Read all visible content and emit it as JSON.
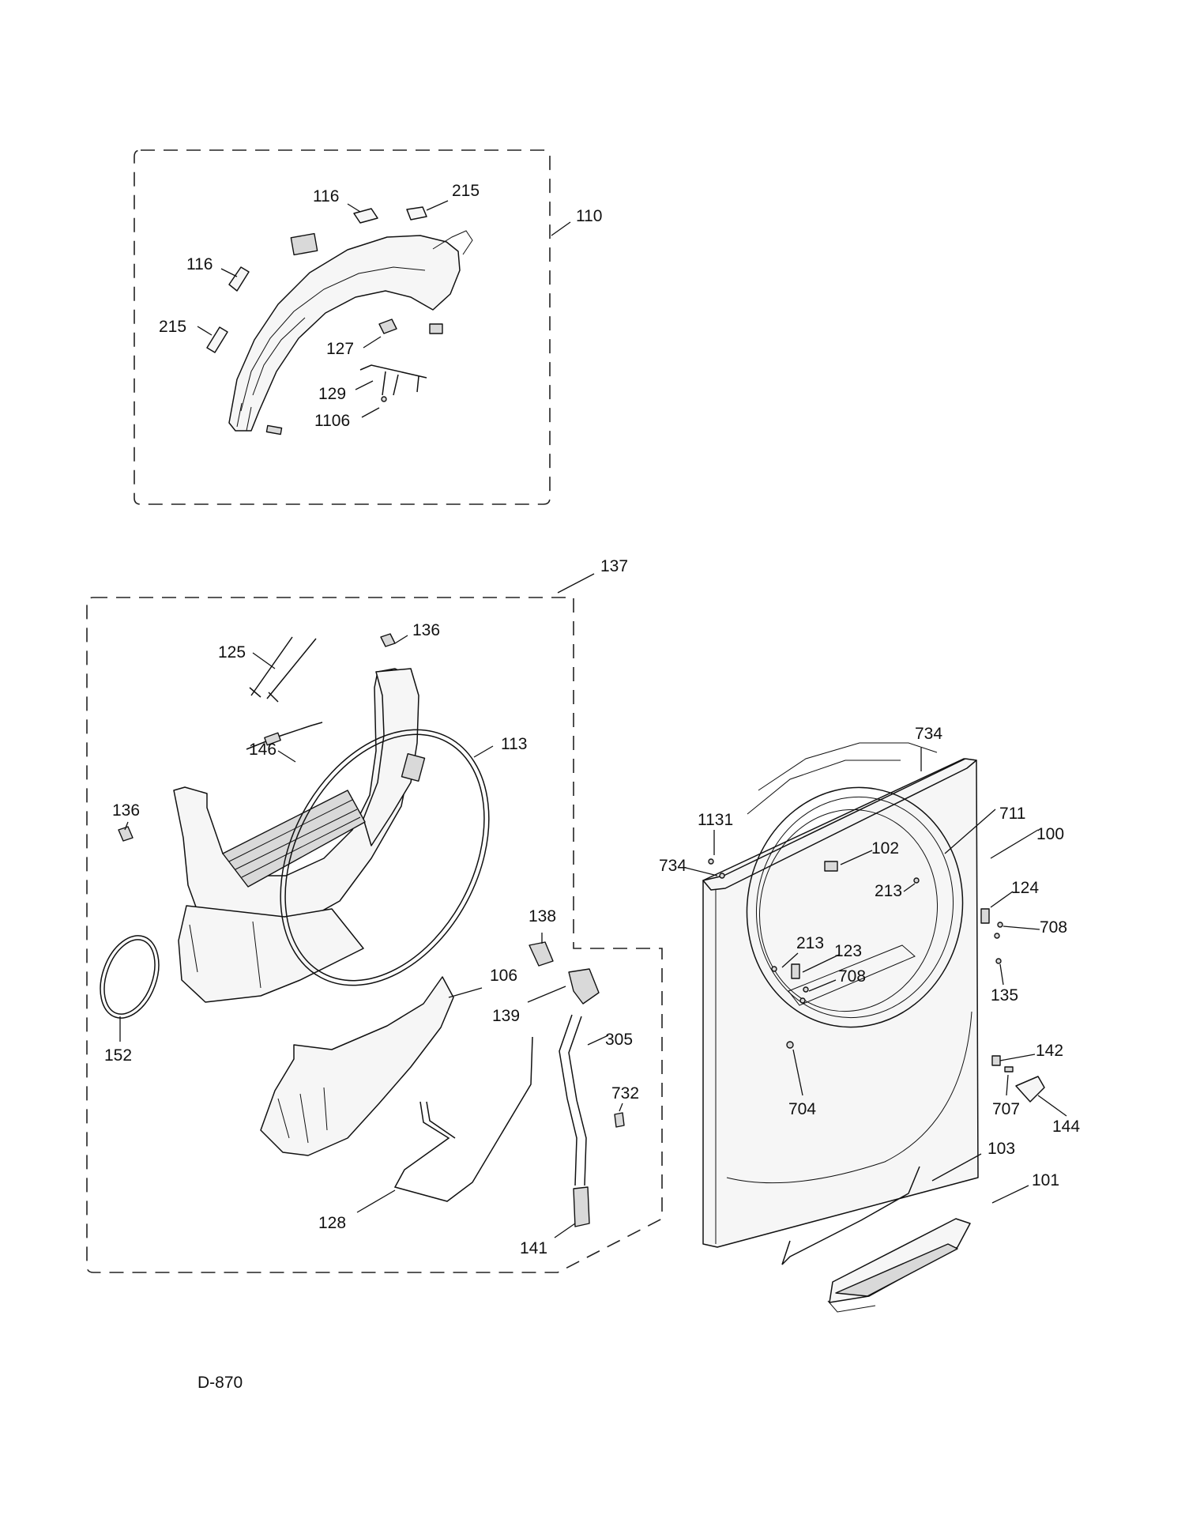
{
  "diagram_code": "D-870",
  "callouts": {
    "c110": "110",
    "c116a": "116",
    "c215a": "215",
    "c116b": "116",
    "c215b": "215",
    "c127": "127",
    "c129": "129",
    "c1106": "1106",
    "c137": "137",
    "c125": "125",
    "c136a": "136",
    "c146": "146",
    "c113": "113",
    "c136b": "136",
    "c152": "152",
    "c138": "138",
    "c106": "106",
    "c139": "139",
    "c305": "305",
    "c732": "732",
    "c128": "128",
    "c141": "141",
    "c734a": "734",
    "c1131": "1131",
    "c734b": "734",
    "c711": "711",
    "c100": "100",
    "c102": "102",
    "c213a": "213",
    "c124": "124",
    "c708a": "708",
    "c213b": "213",
    "c123": "123",
    "c708b": "708",
    "c135": "135",
    "c142": "142",
    "c704": "704",
    "c707": "707",
    "c144": "144",
    "c103": "103",
    "c101": "101"
  }
}
